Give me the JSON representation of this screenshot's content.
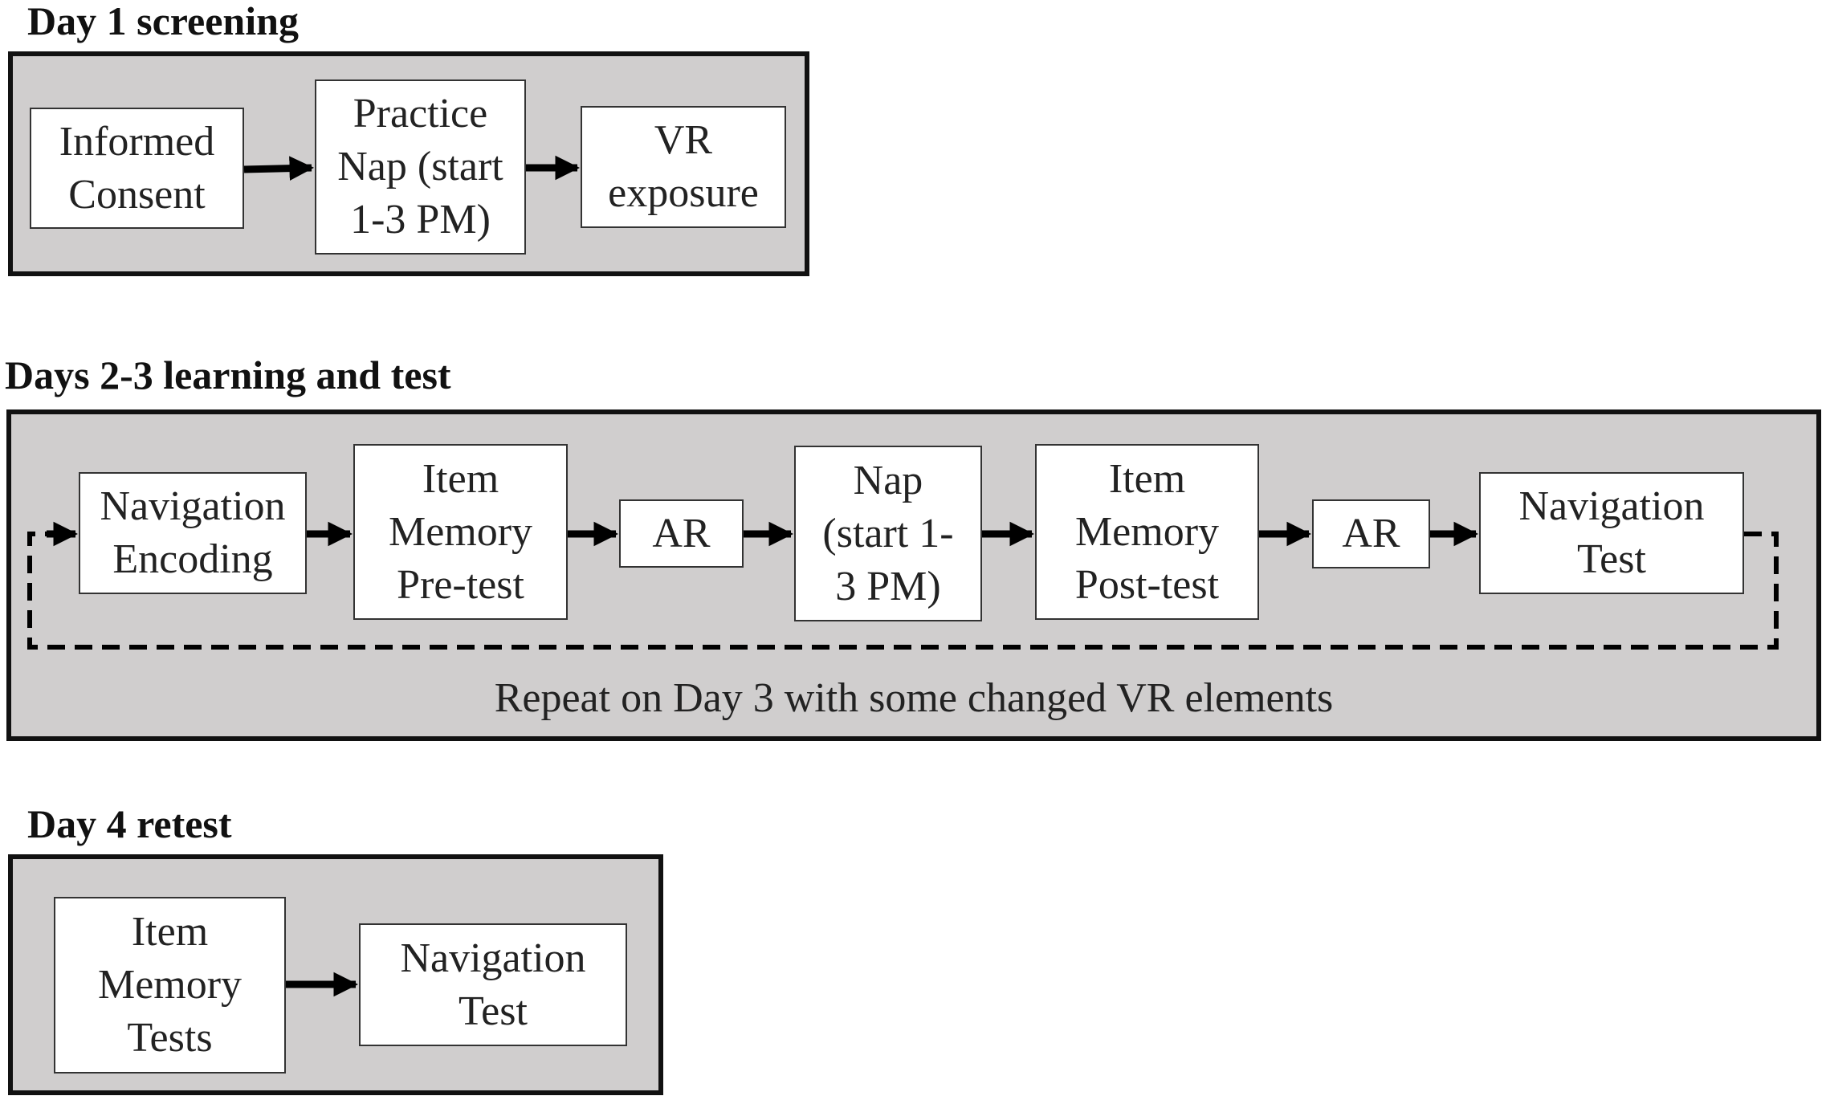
{
  "day1": {
    "title": "Day 1 screening",
    "steps": {
      "informed_consent": "Informed\nConsent",
      "practice_nap": "Practice\nNap (start\n1-3 PM)",
      "vr_exposure": "VR\nexposure"
    }
  },
  "days23": {
    "title": "Days 2-3 learning and test",
    "steps": {
      "navigation_encoding": "Navigation\nEncoding",
      "item_memory_pretest": "Item\nMemory\nPre-test",
      "ar_1": "AR",
      "nap": "Nap\n(start 1-\n3 PM)",
      "item_memory_posttest": "Item\nMemory\nPost-test",
      "ar_2": "AR",
      "navigation_test": "Navigation\nTest"
    },
    "repeat_note": "Repeat on Day 3 with some changed VR elements"
  },
  "day4": {
    "title": "Day 4 retest",
    "steps": {
      "item_memory_tests": "Item\nMemory\nTests",
      "navigation_test": "Navigation\nTest"
    }
  },
  "colors": {
    "panel_fill": "#d0cece",
    "panel_border": "#111111",
    "box_fill": "#ffffff",
    "arrow": "#000000"
  }
}
